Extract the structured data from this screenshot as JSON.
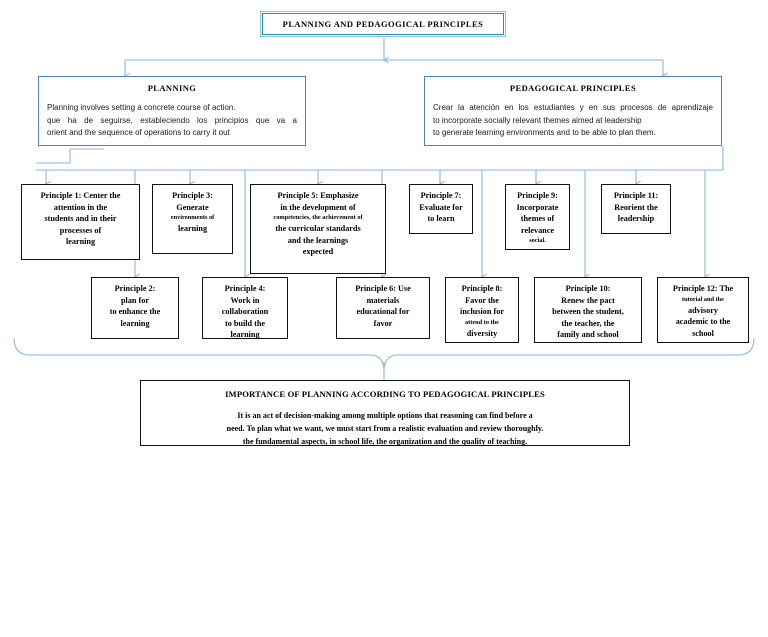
{
  "colors": {
    "title_border": "#2E8BA8",
    "section_border": "#4F81BD",
    "connector": "#8DB3DE",
    "box_border": "#111111",
    "text": "#000000",
    "background": "#FFFFFF"
  },
  "title": {
    "label": "PLANNING AND PEDAGOGICAL PRINCIPLES"
  },
  "sections": [
    {
      "name": "planning",
      "heading": "PLANNING",
      "lines": [
        "Planning involves setting a concrete course of action.",
        "que ha de seguirse, estableciendo los principios que va a",
        "orient and the sequence of operations to carry it out"
      ],
      "justify": [
        false,
        true,
        false
      ]
    },
    {
      "name": "pedagogical-principles",
      "heading": "PEDAGOGICAL PRINCIPLES",
      "lines": [
        "Crear la atención en los estudiantes y en sus procesos de aprendizaje",
        "to incorporate socially relevant themes aimed at leadership",
        "to generate learning environments and to be able to plan them."
      ],
      "justify": [
        true,
        false,
        false
      ]
    }
  ],
  "principles_top": [
    {
      "name": "principle-1",
      "lines": [
        {
          "text": "Principle 1: Center the",
          "small": false
        },
        {
          "text": "attention in the",
          "small": false
        },
        {
          "text": "students and in their",
          "small": false
        },
        {
          "text": "processes of",
          "small": false
        },
        {
          "text": "learning",
          "small": false
        }
      ]
    },
    {
      "name": "principle-3",
      "lines": [
        {
          "text": "Principle 3:",
          "small": false
        },
        {
          "text": "Generate",
          "small": false
        },
        {
          "text": "environments of",
          "small": true
        },
        {
          "text": "learning",
          "small": false
        }
      ]
    },
    {
      "name": "principle-5",
      "lines": [
        {
          "text": "Principle 5: Emphasize",
          "small": false
        },
        {
          "text": "in the development of",
          "small": false
        },
        {
          "text": "competencies, the achievement of",
          "small": true
        },
        {
          "text": "the curricular standards",
          "small": false
        },
        {
          "text": "and the learnings",
          "small": false
        },
        {
          "text": "expected",
          "small": false
        }
      ]
    },
    {
      "name": "principle-7",
      "lines": [
        {
          "text": "Principle 7:",
          "small": false
        },
        {
          "text": "Evaluate for",
          "small": false
        },
        {
          "text": "to learn",
          "small": false
        }
      ]
    },
    {
      "name": "principle-9",
      "lines": [
        {
          "text": "Principle 9:",
          "small": false
        },
        {
          "text": "Incorporate",
          "small": false
        },
        {
          "text": "themes of",
          "small": false
        },
        {
          "text": "relevance",
          "small": false
        },
        {
          "text": "social.",
          "small": true
        }
      ]
    },
    {
      "name": "principle-11",
      "lines": [
        {
          "text": "Principle 11:",
          "small": false
        },
        {
          "text": "Reorient the",
          "small": false
        },
        {
          "text": "leadership",
          "small": false
        }
      ]
    }
  ],
  "principles_bottom": [
    {
      "name": "principle-2",
      "lines": [
        {
          "text": "Principle 2:",
          "small": false
        },
        {
          "text": "plan for",
          "small": false
        },
        {
          "text": "to enhance the",
          "small": false
        },
        {
          "text": "learning",
          "small": false
        }
      ]
    },
    {
      "name": "principle-4",
      "lines": [
        {
          "text": "Principle 4:",
          "small": false
        },
        {
          "text": "Work in",
          "small": false
        },
        {
          "text": "collaboration",
          "small": false
        },
        {
          "text": "to build the",
          "small": false
        },
        {
          "text": "learning",
          "small": false
        }
      ]
    },
    {
      "name": "principle-6",
      "lines": [
        {
          "text": "Principle 6: Use",
          "small": false
        },
        {
          "text": "materials",
          "small": false
        },
        {
          "text": "educational for",
          "small": false
        },
        {
          "text": "favor",
          "small": false
        }
      ]
    },
    {
      "name": "principle-8",
      "lines": [
        {
          "text": "Principle 8:",
          "small": false
        },
        {
          "text": "Favor the",
          "small": false
        },
        {
          "text": "inclusion for",
          "small": false
        },
        {
          "text": "attend to the",
          "small": true
        },
        {
          "text": "diversity",
          "small": false
        }
      ]
    },
    {
      "name": "principle-10",
      "lines": [
        {
          "text": "Principle 10:",
          "small": false
        },
        {
          "text": "Renew the pact",
          "small": false
        },
        {
          "text": "between the student,",
          "small": false
        },
        {
          "text": "the teacher, the",
          "small": false
        },
        {
          "text": "family and school",
          "small": false
        }
      ]
    },
    {
      "name": "principle-12",
      "lines": [
        {
          "text": "Principle 12: The",
          "small": false
        },
        {
          "text": "tutorial and the",
          "small": true
        },
        {
          "text": "advisory",
          "small": false
        },
        {
          "text": "academic to the",
          "small": false
        },
        {
          "text": "school",
          "small": false
        }
      ]
    }
  ],
  "importance": {
    "heading": "IMPORTANCE OF PLANNING ACCORDING TO PEDAGOGICAL PRINCIPLES",
    "lines": [
      "It is an act of decision-making among multiple options that reasoning can find before a",
      "need. To plan what we want, we must start from a realistic evaluation and review thoroughly.",
      "the fundamental aspects, in school life, the organization and the quality of teaching."
    ]
  }
}
